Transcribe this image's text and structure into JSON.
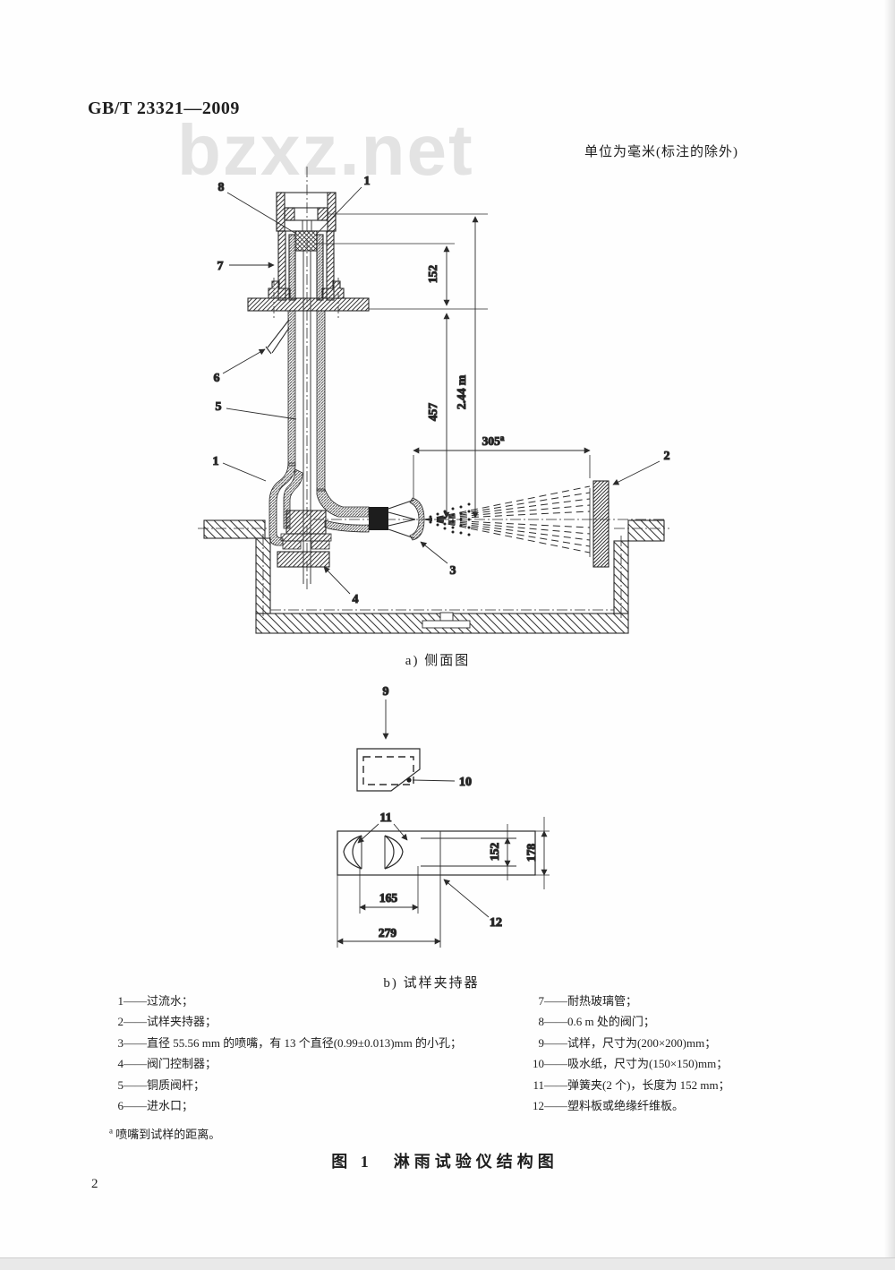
{
  "page": {
    "header": "GB/T 23321—2009",
    "unit_note": "单位为毫米(标注的除外)",
    "watermark": "bzxz.net",
    "figure_title": "图 1　淋雨试验仪结构图",
    "page_number": "2"
  },
  "side_view": {
    "caption": "a) 侧面图",
    "dims": {
      "d152": "152",
      "d244": "2.44 m",
      "d457": "457",
      "d305": "305",
      "d305_sup": "a"
    },
    "callouts": {
      "c8": "8",
      "c1_top": "1",
      "c7": "7",
      "c6": "6",
      "c5": "5",
      "c1_low": "1",
      "c4": "4",
      "c3": "3",
      "c2": "2"
    }
  },
  "holder_view": {
    "caption": "b) 试样夹持器",
    "dims": {
      "d152": "152",
      "d178": "178",
      "d165": "165",
      "d279": "279"
    },
    "callouts": {
      "c9": "9",
      "c10": "10",
      "c11": "11",
      "c12": "12"
    }
  },
  "legend": {
    "left": [
      {
        "num": "1",
        "text": "——过流水；"
      },
      {
        "num": "2",
        "text": "——试样夹持器；"
      },
      {
        "num": "3",
        "text": "——直径 55.56 mm 的喷嘴，有 13 个直径(0.99±0.013)mm 的小孔；"
      },
      {
        "num": "4",
        "text": "——阀门控制器；"
      },
      {
        "num": "5",
        "text": "——铜质阀杆；"
      },
      {
        "num": "6",
        "text": "——进水口；"
      }
    ],
    "right": [
      {
        "num": "7",
        "text": "——耐热玻璃管；"
      },
      {
        "num": "8",
        "text": "——0.6 m 处的阀门；"
      },
      {
        "num": "9",
        "text": "——试样，尺寸为(200×200)mm；"
      },
      {
        "num": "10",
        "text": "——吸水纸，尺寸为(150×150)mm；"
      },
      {
        "num": "11",
        "text": "——弹簧夹(2 个)，长度为 152 mm；"
      },
      {
        "num": "12",
        "text": "——塑料板或绝缘纤维板。"
      }
    ],
    "footnote_marker": "a",
    "footnote_text": "喷嘴到试样的距离。"
  }
}
